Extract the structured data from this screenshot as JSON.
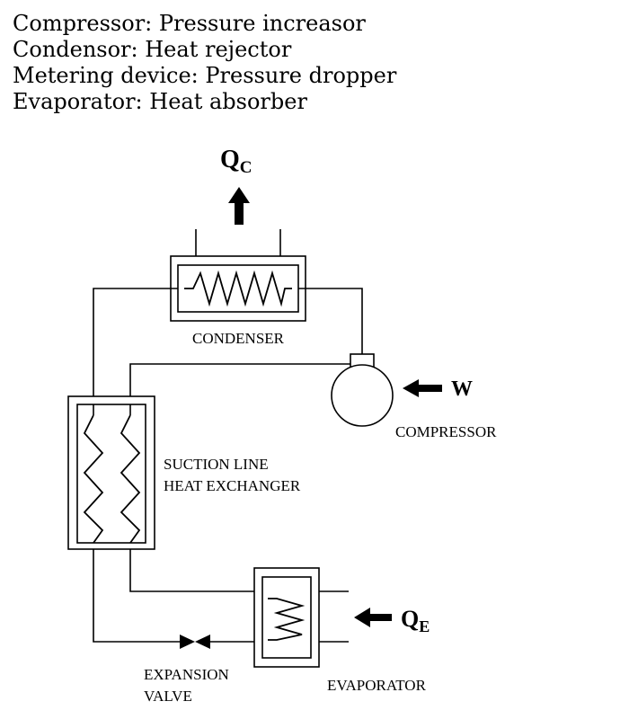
{
  "legend": [
    {
      "component": "Compressor",
      "role": "Pressure increasor"
    },
    {
      "component": "Condensor",
      "role": "Heat rejector"
    },
    {
      "component": "Metering device",
      "role": "Pressure dropper"
    },
    {
      "component": "Evaporator",
      "role": "Heat absorber"
    }
  ],
  "diagram": {
    "heat_rejected": {
      "symbol": "Q",
      "subscript": "C"
    },
    "work_input": {
      "symbol": "W"
    },
    "heat_absorbed": {
      "symbol": "Q",
      "subscript": "E"
    },
    "labels": {
      "condenser": "CONDENSER",
      "compressor": "COMPRESSOR",
      "suction_hx_line1": "SUCTION LINE",
      "suction_hx_line2": "HEAT EXCHANGER",
      "expansion_valve_line1": "EXPANSION",
      "expansion_valve_line2": "VALVE",
      "evaporator": "EVAPORATOR"
    }
  }
}
